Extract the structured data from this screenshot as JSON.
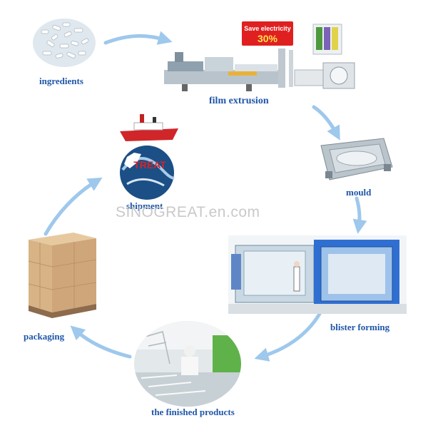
{
  "diagram": {
    "steps": [
      {
        "id": "ingredients",
        "label": "ingredients"
      },
      {
        "id": "film-extrusion",
        "label": "film extrusion"
      },
      {
        "id": "mould",
        "label": "mould"
      },
      {
        "id": "blister-forming",
        "label": "blister forming"
      },
      {
        "id": "finished-products",
        "label": "the finished products"
      },
      {
        "id": "packaging",
        "label": "packaging"
      },
      {
        "id": "shipment",
        "label": "shipment"
      }
    ],
    "badge": {
      "line1": "Save electricity",
      "line2": "30%"
    },
    "logo_text": "TREAT",
    "watermark": "SINOGREAT.en.com",
    "colors": {
      "label": "#1f56a8",
      "arrow": "#9ec8ec",
      "badge": "#e02020"
    }
  }
}
